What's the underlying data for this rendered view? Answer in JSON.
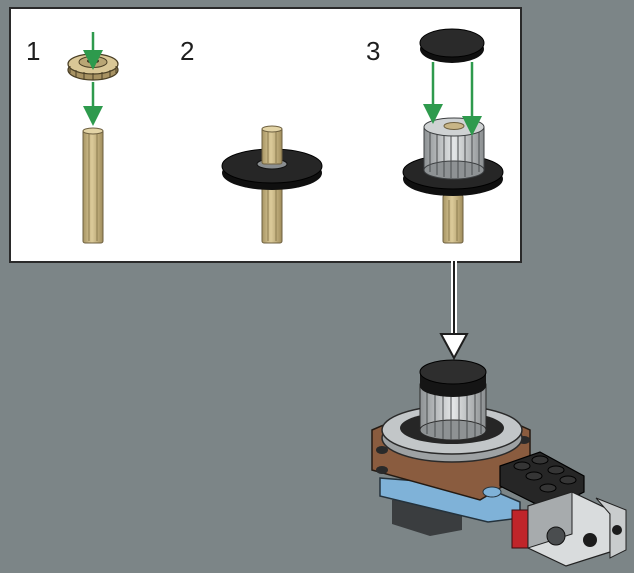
{
  "callout": {
    "steps": [
      {
        "number": "1"
      },
      {
        "number": "2"
      },
      {
        "number": "3"
      }
    ]
  },
  "colors": {
    "background": "#7c8587",
    "arrow_green": "#2e9a4d",
    "tan_axle": "#c8b586",
    "black_part": "#1b1b1b",
    "light_gray": "#b5b9bb",
    "dark_gray": "#5c6063",
    "brown": "#8a5c3f",
    "medium_azure": "#7fb2d8",
    "red": "#c0252a"
  },
  "icons": [
    "green-insert-arrow",
    "callout-connector-arrow"
  ]
}
